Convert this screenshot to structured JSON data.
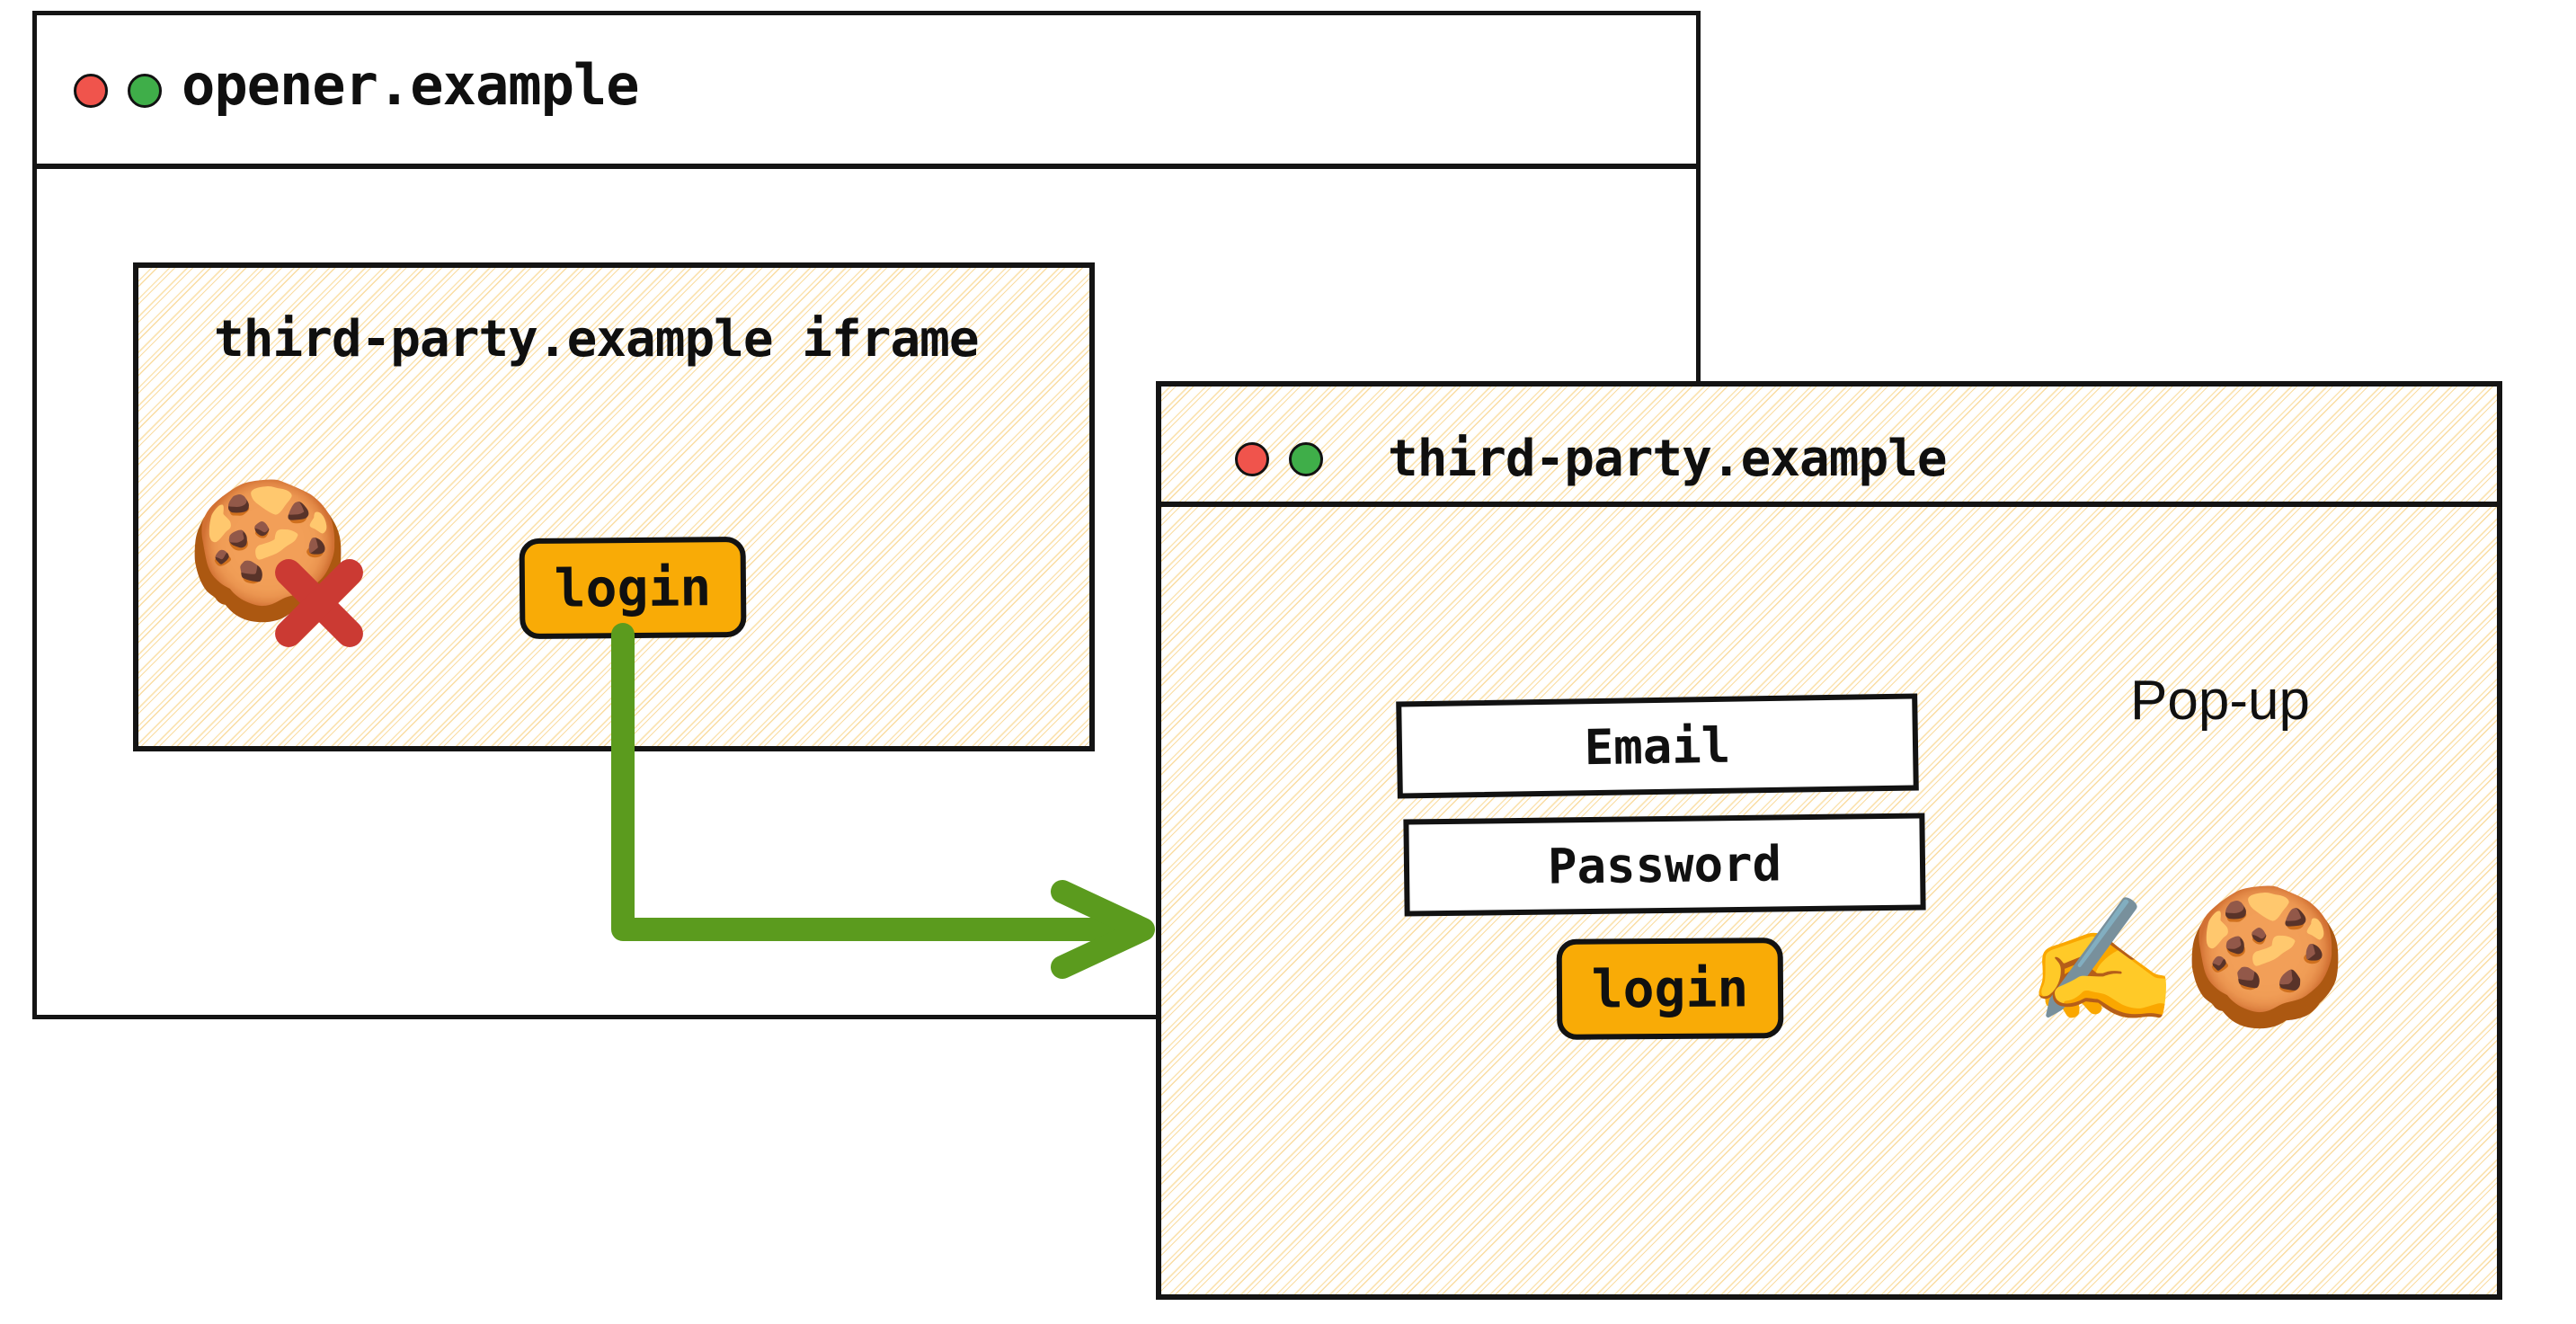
{
  "opener_window": {
    "title": "opener.example",
    "controls": [
      {
        "name": "close-dot",
        "color": "#F0544C"
      },
      {
        "name": "maximize-dot",
        "color": "#3FAE49"
      }
    ],
    "iframe": {
      "title": "third-party.example iframe",
      "cookie_icon": "cookie-blocked-icon",
      "cookie_emoji": "🍪",
      "cross_icon": "red-cross-icon",
      "login_button": "login"
    }
  },
  "popup_window": {
    "title": "third-party.example",
    "label": "Pop-up",
    "controls": [
      {
        "name": "close-dot",
        "color": "#F0544C"
      },
      {
        "name": "maximize-dot",
        "color": "#3FAE49"
      }
    ],
    "form": {
      "email_field": "Email",
      "password_field": "Password",
      "login_button": "login"
    },
    "writing_hand_emoji": "✍️",
    "cookie_emoji": "🍪"
  },
  "flow": {
    "arrow_name": "login-to-popup-arrow",
    "arrow_color": "#5B9B1E"
  },
  "colors": {
    "button_amber": "#F9AB06",
    "ink_black": "#141414",
    "hatch_amber": "#F7CE7A",
    "cross_red": "#CB3A33",
    "arrow_green": "#5B9B1E"
  }
}
